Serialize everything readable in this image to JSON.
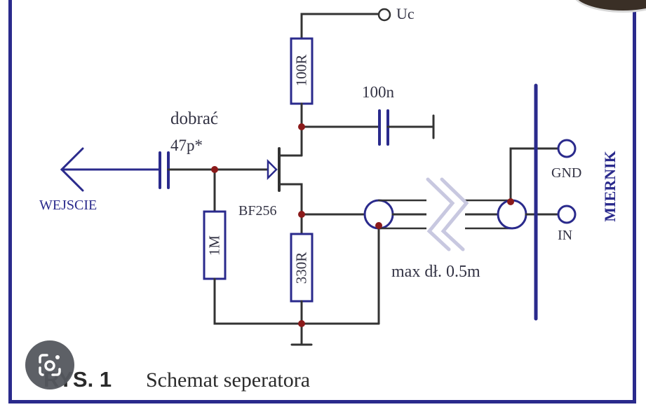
{
  "diagram": {
    "supply_label": "Uc",
    "drain_resistor": "100R",
    "bypass_capacitor": "100n",
    "input_capacitor_note": "dobrać",
    "input_capacitor_value": "47p*",
    "input_label": "WEJSCIE",
    "gate_resistor": "1M",
    "transistor": "BF256",
    "source_resistor": "330R",
    "cable_note": "max dł. 0.5m",
    "gnd_terminal": "GND",
    "in_terminal": "IN",
    "meter_label": "MIERNIK"
  },
  "caption": {
    "prefix": "RYS. 1",
    "title": "Schemat seperatora"
  },
  "colors": {
    "wire": "#333333",
    "component": "#2a2a8c",
    "junction": "#8b1a1a",
    "frame": "#2a2a8c"
  },
  "icons": [
    "google-lens-icon"
  ]
}
